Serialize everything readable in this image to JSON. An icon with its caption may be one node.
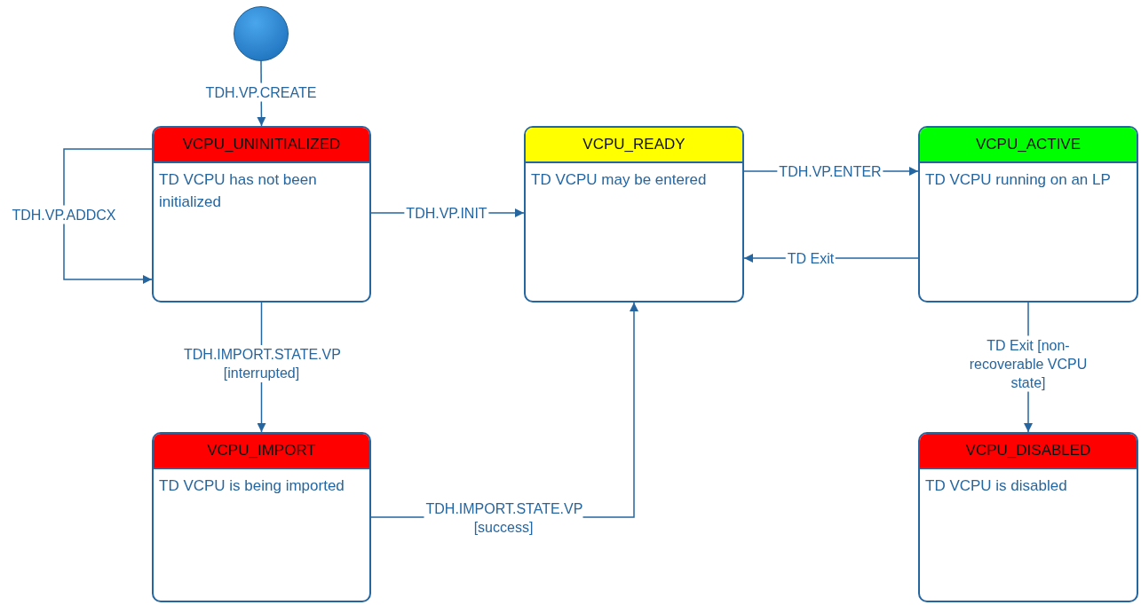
{
  "diagram": {
    "nodes": [
      {
        "text": [],
        "shape": "circle"
      },
      {
        "text": [
          "VCPU_UNINITIALIZED",
          "TD VCPU has not been initialized"
        ]
      },
      {
        "text": [
          "VCPU_READY",
          "TD VCPU may be entered"
        ]
      },
      {
        "text": [
          "VCPU_ACTIVE",
          "TD VCPU running on an LP"
        ]
      },
      {
        "text": [
          "VCPU_IMPORT",
          "TD VCPU is being imported"
        ]
      },
      {
        "text": [
          "VCPU_DISABLED",
          "TD VCPU is disabled"
        ]
      }
    ],
    "edges": [
      {
        "from": 0,
        "to": 1,
        "arrow": "to",
        "label": "TDH.VP.CREATE"
      },
      {
        "from": 1,
        "to": 1,
        "arrow": "to",
        "label": "TDH.VP.ADDCX"
      },
      {
        "from": 1,
        "to": 2,
        "arrow": "to",
        "label": "TDH.VP.INIT"
      },
      {
        "from": 2,
        "to": 3,
        "arrow": "to",
        "label": "TDH.VP.ENTER"
      },
      {
        "from": 3,
        "to": 2,
        "arrow": "to",
        "label": "TD Exit"
      },
      {
        "from": 1,
        "to": 4,
        "arrow": "to",
        "label": "TDH.IMPORT.STATE.VP [interrupted]"
      },
      {
        "from": 4,
        "to": 2,
        "arrow": "to",
        "label": "TDH.IMPORT.STATE.VP [success]"
      },
      {
        "from": 3,
        "to": 5,
        "arrow": "to",
        "label": "TD Exit [non-recoverable VCPU state]"
      }
    ]
  }
}
